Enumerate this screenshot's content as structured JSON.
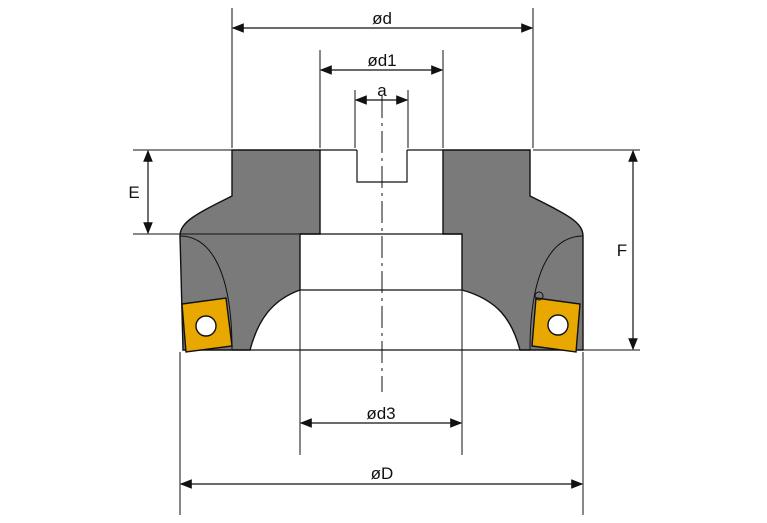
{
  "labels": {
    "od": "ød",
    "od1": "ød1",
    "a": "a",
    "e": "E",
    "f": "F",
    "od3": "ød3",
    "oD": "øD"
  },
  "colors": {
    "body": "#7a7a7a",
    "insert": "#e8a800",
    "line": "#111111",
    "background": "#ffffff"
  }
}
